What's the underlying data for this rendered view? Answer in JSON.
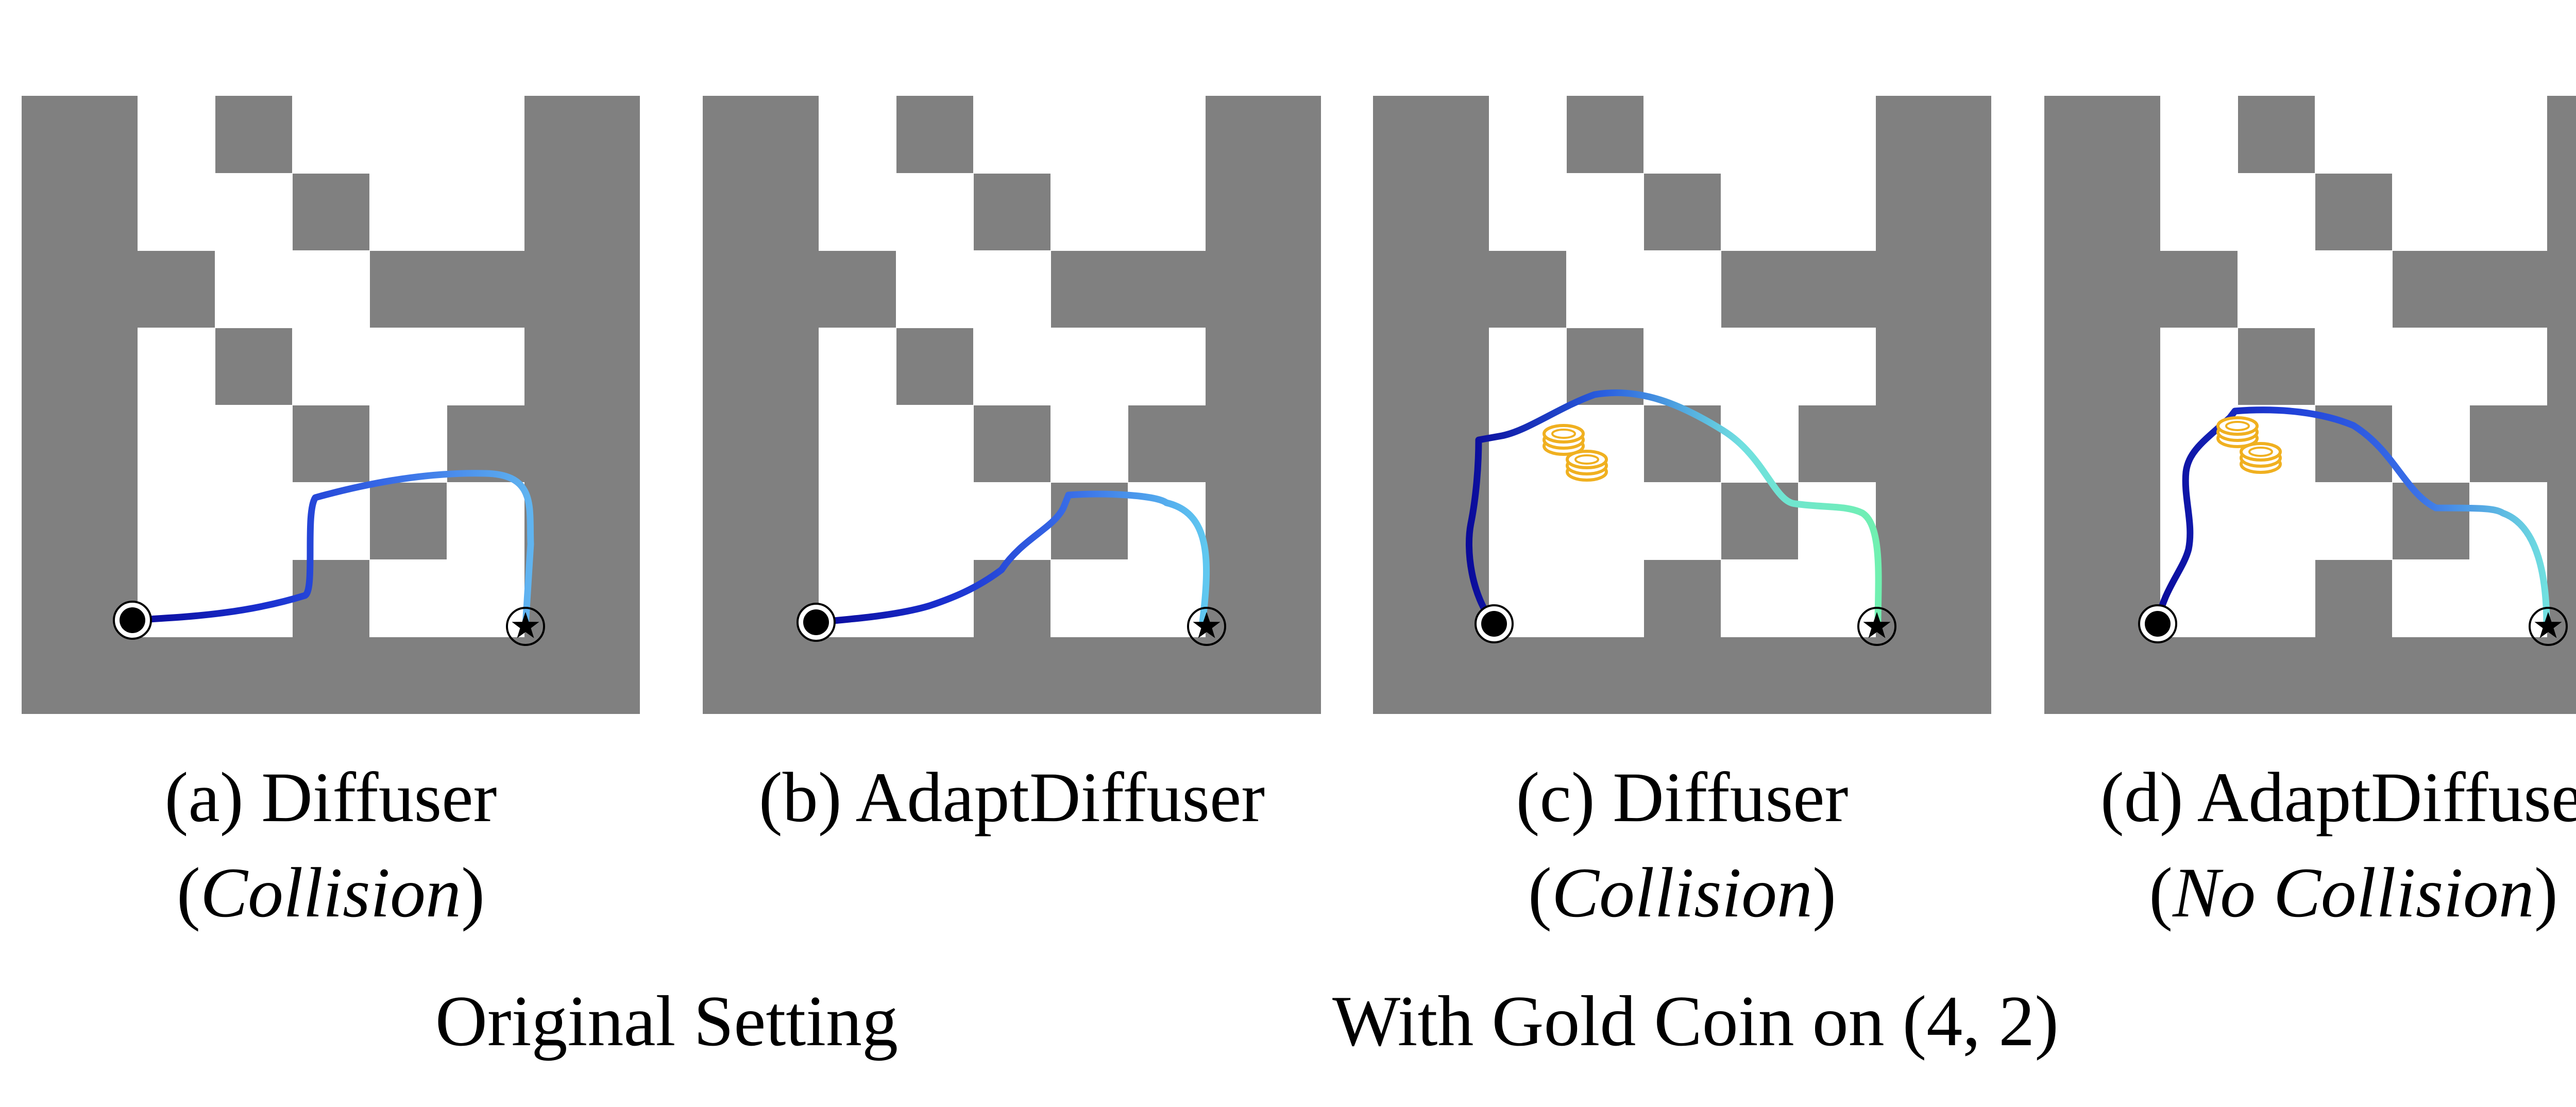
{
  "colors": {
    "wall": "#808080",
    "floor": "#ffffff",
    "path_start": "#0a0a9a",
    "path_mid": "#3060e0",
    "path_end_blue": "#60b4f0",
    "path_end_cyan": "#70e0e0",
    "path_end_green": "#70f0b0",
    "coin": "#f0b020",
    "marker": "#000000"
  },
  "maze": {
    "grid": [
      [
        1,
        1,
        1,
        1,
        1,
        1,
        1
      ],
      [
        1,
        0,
        1,
        0,
        0,
        0,
        1
      ],
      [
        1,
        0,
        0,
        1,
        0,
        0,
        1
      ],
      [
        1,
        1,
        0,
        0,
        1,
        1,
        1
      ],
      [
        1,
        0,
        1,
        0,
        0,
        0,
        1
      ],
      [
        1,
        0,
        0,
        1,
        0,
        1,
        1
      ],
      [
        1,
        0,
        0,
        0,
        1,
        0,
        1
      ],
      [
        1,
        0,
        0,
        1,
        0,
        0,
        1
      ],
      [
        1,
        1,
        1,
        1,
        1,
        1,
        1
      ]
    ],
    "start_marker_icon": "start-circle-icon",
    "goal_marker_icon": "goal-star-icon"
  },
  "panels": [
    {
      "id": "a",
      "caption_main": "(a) Diffuser",
      "caption_prefix": "(",
      "caption_italic": "Collision",
      "caption_suffix": ")",
      "has_coin": false,
      "path_gradient": [
        "#0a0a9a",
        "#1a30d0",
        "#3a70e8",
        "#60b4f0"
      ]
    },
    {
      "id": "b",
      "caption_main": "(b) AdaptDiffuser",
      "caption_prefix": "",
      "caption_italic": "",
      "caption_suffix": "",
      "has_coin": false,
      "path_gradient": [
        "#0a0a9a",
        "#1a30d0",
        "#3a70e8",
        "#60c8f0"
      ]
    },
    {
      "id": "c",
      "caption_main": "(c) Diffuser",
      "caption_prefix": "(",
      "caption_italic": "Collision",
      "caption_suffix": ")",
      "has_coin": true,
      "path_gradient": [
        "#0a0a9a",
        "#2a60e0",
        "#70e0e0",
        "#70f0b0"
      ]
    },
    {
      "id": "d",
      "caption_main": "(d) AdaptDiffuser",
      "caption_prefix": "(",
      "caption_italic": "No Collision",
      "caption_suffix": ")",
      "has_coin": true,
      "path_gradient": [
        "#0a0a9a",
        "#2040d8",
        "#3a70e8",
        "#70e0e0"
      ]
    }
  ],
  "groups": [
    {
      "label": "Original Setting"
    },
    {
      "label": "With Gold Coin on (4, 2)"
    }
  ]
}
